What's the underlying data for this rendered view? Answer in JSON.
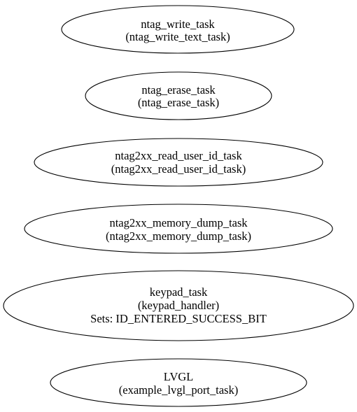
{
  "diagram": {
    "nodes": [
      {
        "id": "ntag-write-task",
        "lines": [
          "ntag_write_task",
          "(ntag_write_text_task)"
        ]
      },
      {
        "id": "ntag-erase-task",
        "lines": [
          "ntag_erase_task",
          "(ntag_erase_task)"
        ]
      },
      {
        "id": "ntag2xx-read-user-id-task",
        "lines": [
          "ntag2xx_read_user_id_task",
          "(ntag2xx_read_user_id_task)"
        ]
      },
      {
        "id": "ntag2xx-memory-dump-task",
        "lines": [
          "ntag2xx_memory_dump_task",
          "(ntag2xx_memory_dump_task)"
        ]
      },
      {
        "id": "keypad-task",
        "lines": [
          "keypad_task",
          "(keypad_handler)",
          "Sets: ID_ENTERED_SUCCESS_BIT"
        ]
      },
      {
        "id": "lvgl",
        "lines": [
          "LVGL",
          "(example_lvgl_port_task)"
        ]
      }
    ]
  }
}
